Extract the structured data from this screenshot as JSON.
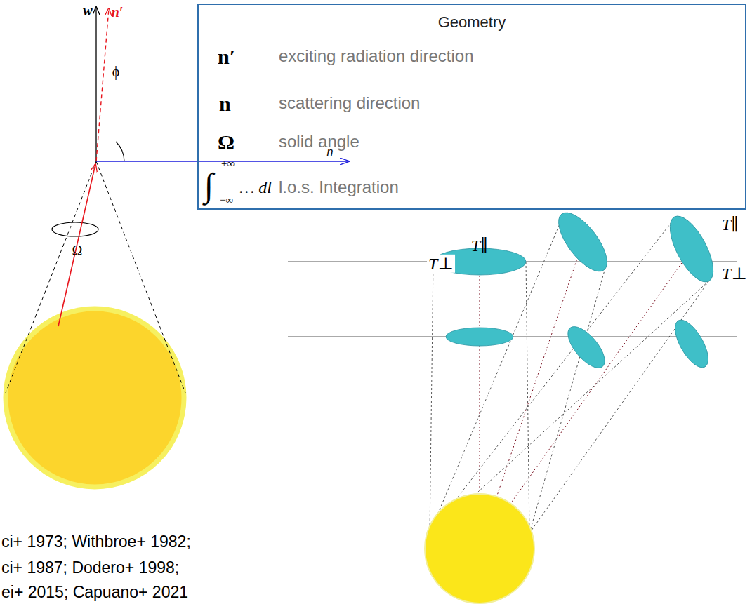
{
  "diagram": {
    "nodes": [
      {
        "text": [
          "Geometry",
          "n′",
          "exciting radiation direction",
          "n",
          "scattering direction",
          "Ω",
          "solid angle",
          "∫",
          "+∞",
          "−∞",
          "… dl",
          "l.o.s. Integration"
        ]
      }
    ],
    "labels": [
      "w",
      "n′",
      "ϕ",
      "n",
      "Ω",
      "ci+ 1973; Withbroe+ 1982;",
      "ci+ 1987; Dodero+ 1998;",
      "ei+ 2015; Capuano+ 2021",
      "T∥",
      "T⊥",
      "T∥",
      "T⊥"
    ]
  }
}
